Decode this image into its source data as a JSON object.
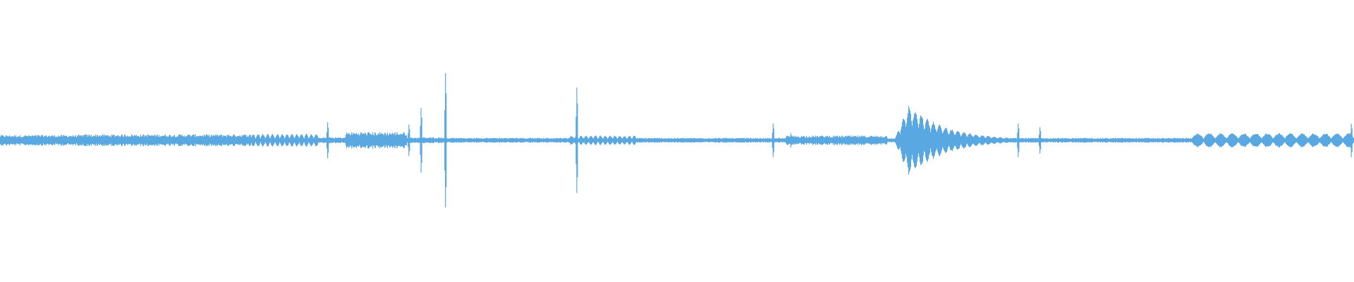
{
  "waveform": {
    "color": "#5aa8e2",
    "background": "#ffffff",
    "baseline_level": 0.02,
    "segments": [
      {
        "from": 0.0,
        "to": 0.06,
        "level": 0.045,
        "pattern": "noise"
      },
      {
        "from": 0.06,
        "to": 0.185,
        "level": 0.05,
        "pattern": "noise"
      },
      {
        "from": 0.185,
        "to": 0.235,
        "level": 0.055,
        "pattern": "pulses"
      },
      {
        "from": 0.235,
        "to": 0.255,
        "level": 0.025,
        "pattern": "noise"
      },
      {
        "from": 0.255,
        "to": 0.3,
        "level": 0.07,
        "pattern": "noise"
      },
      {
        "from": 0.3,
        "to": 0.33,
        "level": 0.025,
        "pattern": "noise"
      },
      {
        "from": 0.33,
        "to": 0.42,
        "level": 0.02,
        "pattern": "pulses"
      },
      {
        "from": 0.42,
        "to": 0.47,
        "level": 0.04,
        "pattern": "pulses"
      },
      {
        "from": 0.47,
        "to": 0.565,
        "level": 0.012,
        "pattern": "noise"
      },
      {
        "from": 0.58,
        "to": 0.655,
        "level": 0.04,
        "pattern": "noise"
      },
      {
        "from": 0.66,
        "to": 0.75,
        "level": 0.3,
        "pattern": "decay"
      },
      {
        "from": 0.75,
        "to": 0.88,
        "level": 0.01,
        "pattern": "noise"
      },
      {
        "from": 0.88,
        "to": 1.0,
        "level": 0.06,
        "pattern": "pulses"
      }
    ],
    "spikes": [
      {
        "at": 0.242,
        "level": 0.15
      },
      {
        "at": 0.302,
        "level": 0.13
      },
      {
        "at": 0.311,
        "level": 0.27
      },
      {
        "at": 0.329,
        "level": 0.56
      },
      {
        "at": 0.426,
        "level": 0.44
      },
      {
        "at": 0.571,
        "level": 0.14
      },
      {
        "at": 0.584,
        "level": 0.06
      },
      {
        "at": 0.752,
        "level": 0.14
      },
      {
        "at": 0.768,
        "level": 0.11
      },
      {
        "at": 0.998,
        "level": 0.14
      }
    ]
  }
}
